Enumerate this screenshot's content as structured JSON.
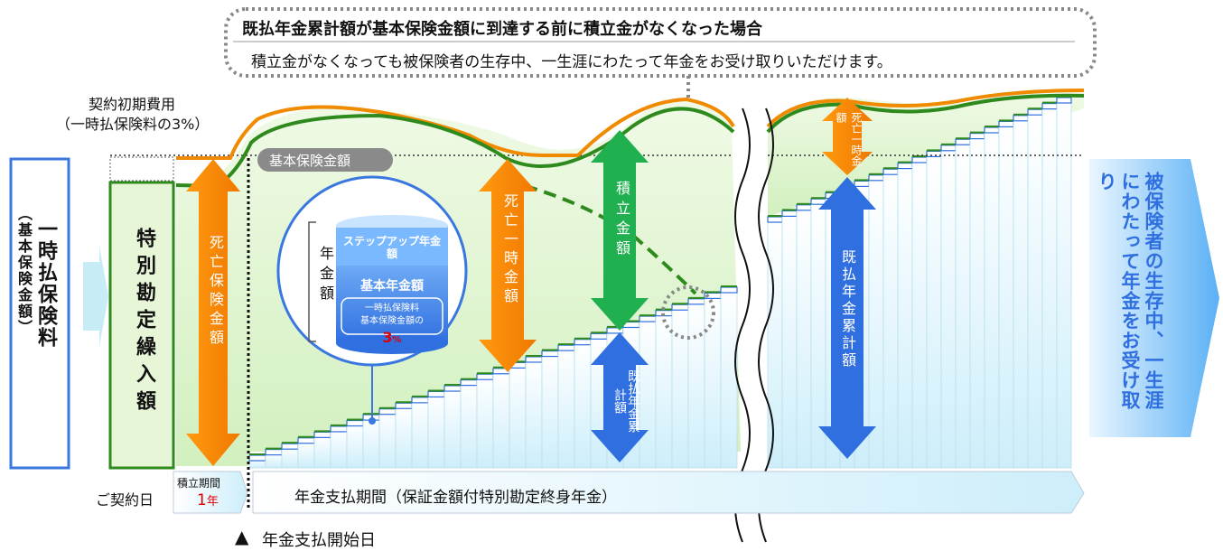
{
  "callout": {
    "title": "既払年金累計額が基本保険金額に到達する前に積立金がなくなった場合",
    "body": "積立金がなくなっても被保険者の生存中、一生涯にわたって年金をお受け取りいただけます。"
  },
  "initial_cost": {
    "line1": "契約初期費用",
    "line2": "（一時払保険料の3%）"
  },
  "left_box": {
    "main": "一時払保険料",
    "sub": "（基本保険金額）"
  },
  "special_account_label": "特別勘定繰入額",
  "death_benefit_label": "死亡保険金額",
  "basic_amount_tag": "基本保険金額",
  "death_lump_sum_label": "死亡一時金額",
  "reserve_label": "積立金額",
  "paid_cumulative_short": "既払年金累計額",
  "paid_cumulative_long": "既払年金累計額",
  "death_small_label": "死亡一時金額",
  "annuity_circle": {
    "side_label": "年金額",
    "step_up": "ステップアップ年金額",
    "basic": "基本年金額",
    "detail1": "一時払保険料",
    "detail2": "基本保険金額の",
    "pct_num": "3",
    "pct_unit": "%"
  },
  "right_arrow_text": "被保険者の生存中、一生涯にわたって年金をお受け取り",
  "timeline": {
    "contract_date": "ご契約日",
    "accum_period": "積立期間",
    "accum_num": "1",
    "accum_unit": "年",
    "payment_period": "年金支払期間（保証金額付特別勘定終身年金）",
    "start_date": "年金支払開始日",
    "start_marker": "▲"
  },
  "colors": {
    "orange": "#f08a00",
    "green": "#2f8a1e",
    "blue_arrow": "#2f6fe0",
    "green_arrow": "#20b050",
    "accent_red": "#e00000"
  }
}
